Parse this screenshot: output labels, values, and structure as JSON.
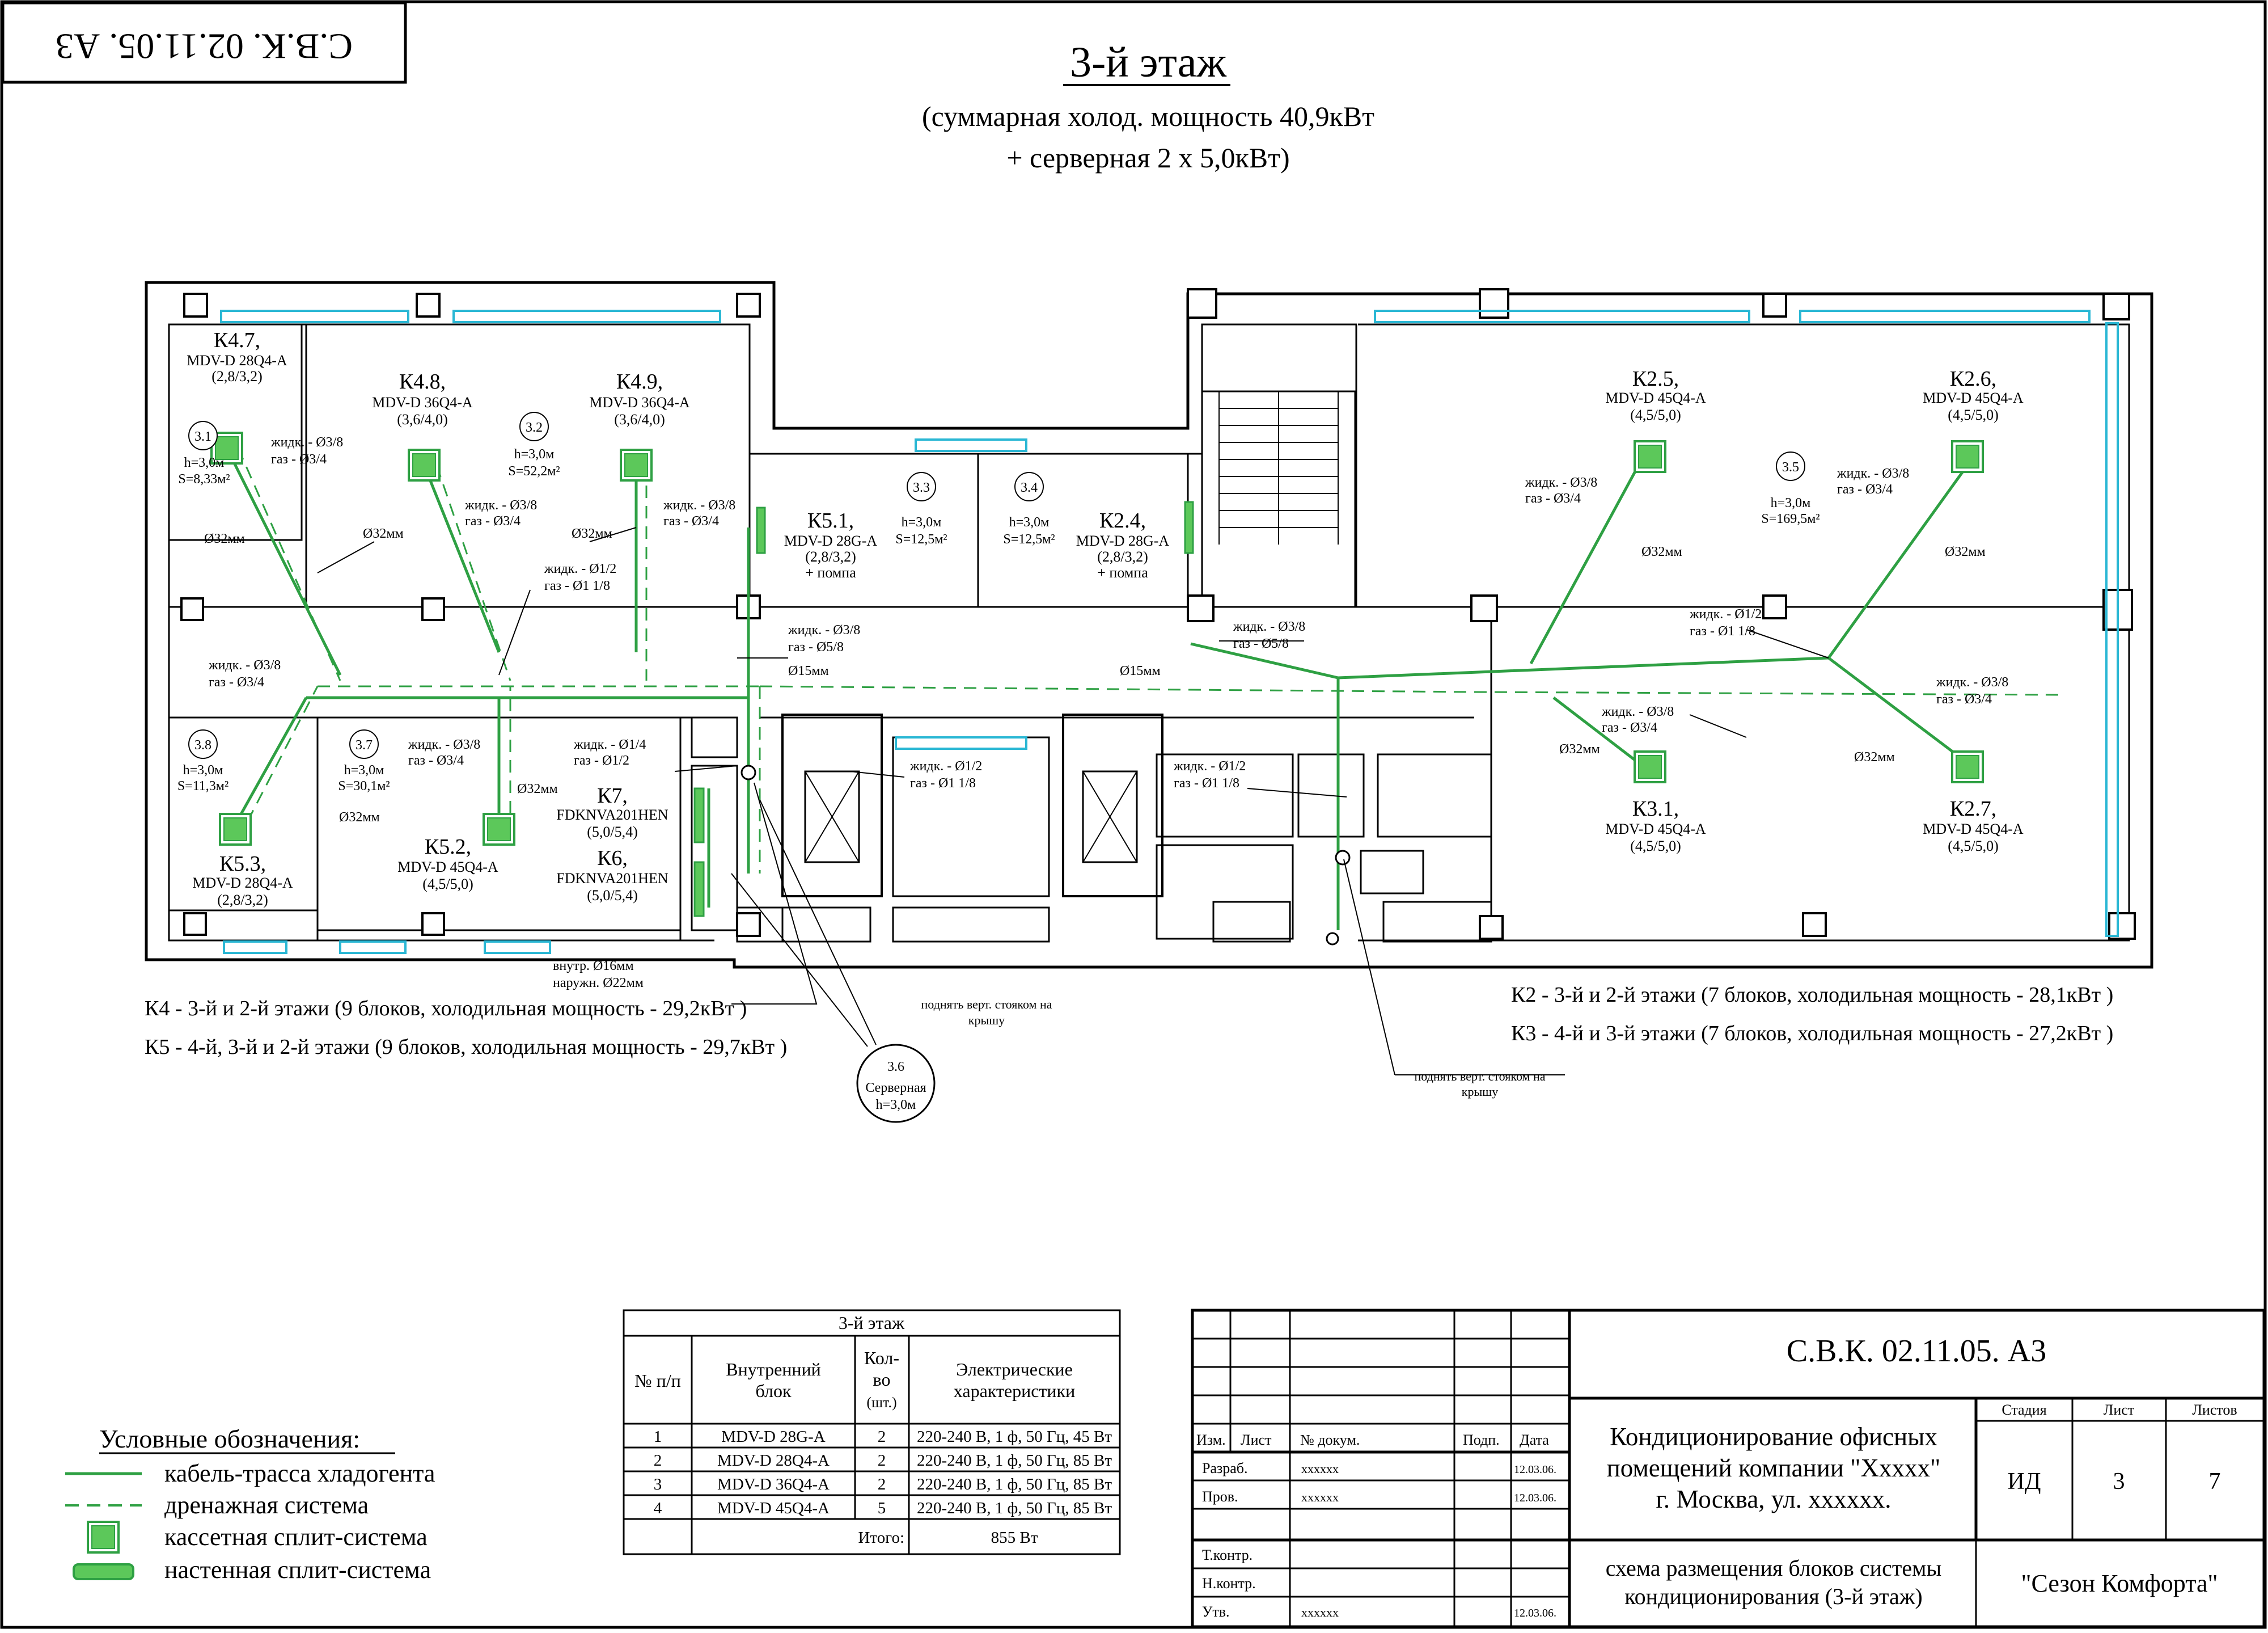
{
  "header": {
    "stamp": "С.В.К. 02.11.05. А3",
    "title": "3-й этаж",
    "subtitle1": "(суммарная холод. мощность  40,9кВт",
    "subtitle2": "+ серверная 2 х 5,0кВт)"
  },
  "units": [
    {
      "id": "К4.7,",
      "model": "MDV-D 28Q4-A",
      "cap": "(2,8/3,2)"
    },
    {
      "id": "К4.8,",
      "model": "MDV-D 36Q4-A",
      "cap": "(3,6/4,0)"
    },
    {
      "id": "К4.9,",
      "model": "MDV-D 36Q4-A",
      "cap": "(3,6/4,0)"
    },
    {
      "id": "К5.1,",
      "model": "MDV-D 28G-A",
      "cap": "(2,8/3,2)",
      "extra": "+ помпа"
    },
    {
      "id": "К2.4,",
      "model": "MDV-D 28G-A",
      "cap": "(2,8/3,2)",
      "extra": "+ помпа"
    },
    {
      "id": "К2.5,",
      "model": "MDV-D 45Q4-A",
      "cap": "(4,5/5,0)"
    },
    {
      "id": "К2.6,",
      "model": "MDV-D 45Q4-A",
      "cap": "(4,5/5,0)"
    },
    {
      "id": "К5.3,",
      "model": "MDV-D 28Q4-A",
      "cap": "(2,8/3,2)"
    },
    {
      "id": "К5.2,",
      "model": "MDV-D 45Q4-A",
      "cap": "(4,5/5,0)"
    },
    {
      "id": "К7,",
      "model": "FDKNVA201HEN",
      "cap": "(5,0/5,4)"
    },
    {
      "id": "К6,",
      "model": "FDKNVA201HEN",
      "cap": "(5,0/5,4)"
    },
    {
      "id": "К3.1,",
      "model": "MDV-D 45Q4-A",
      "cap": "(4,5/5,0)"
    },
    {
      "id": "К2.7,",
      "model": "MDV-D 45Q4-A",
      "cap": "(4,5/5,0)"
    }
  ],
  "rooms": [
    {
      "num": "3.1",
      "h": "h=3,0м",
      "s": "S=8,33м²"
    },
    {
      "num": "3.2",
      "h": "h=3,0м",
      "s": "S=52,2м²"
    },
    {
      "num": "3.3",
      "h": "h=3,0м",
      "s": "S=12,5м²"
    },
    {
      "num": "3.4",
      "h": "h=3,0м",
      "s": "S=12,5м²"
    },
    {
      "num": "3.5",
      "h": "h=3,0м",
      "s": "S=169,5м²"
    },
    {
      "num": "3.8",
      "h": "h=3,0м",
      "s": "S=11,3м²"
    },
    {
      "num": "3.7",
      "h": "h=3,0м",
      "s": "S=30,1м²"
    },
    {
      "num": "3.6",
      "h": "Серверная",
      "s": "h=3,0м"
    }
  ],
  "pipe_labels": {
    "liq38": "жидк. - Ø3/8",
    "gas34": "газ - Ø3/4",
    "liq12": "жидк. - Ø1/2",
    "gas118": "газ - Ø1 1/8",
    "gas58": "газ - Ø5/8",
    "liq14": "жидк. - Ø1/4",
    "gas12": "газ - Ø1/2",
    "d32": "Ø32мм",
    "d15": "Ø15мм",
    "inner": "внутр. Ø16мм",
    "outer": "наружн. Ø22мм",
    "riser": "поднять верт. стояком на",
    "roof": "крышу"
  },
  "systems": [
    "К4 - 3-й и 2-й этажи (9 блоков, холодильная мощность - 29,2кВт )",
    "К5 - 4-й, 3-й  и 2-й этажи (9 блоков, холодильная мощность - 29,7кВт )",
    "К2 - 3-й и 2-й этажи (7 блоков, холодильная мощность - 28,1кВт )",
    "К3 - 4-й и 3-й этажи (7 блоков, холодильная мощность - 27,2кВт )"
  ],
  "table": {
    "title": "3-й этаж",
    "headers": [
      "№ п/п",
      "Внутренний блок",
      "Кол-во (шт.)",
      "Электрические характеристики"
    ],
    "header_lines": {
      "c0": [
        "№ п/п"
      ],
      "c1": [
        "Внутренний",
        "блок"
      ],
      "c2": [
        "Кол-",
        "во",
        "(шт.)"
      ],
      "c3": [
        "Электрические",
        "характеристики"
      ]
    },
    "rows": [
      [
        "1",
        "MDV-D 28G-A",
        "2",
        "220-240 В, 1 ф, 50 Гц, 45 Вт"
      ],
      [
        "2",
        "MDV-D 28Q4-A",
        "2",
        "220-240 В, 1 ф, 50 Гц, 85 Вт"
      ],
      [
        "3",
        "MDV-D 36Q4-A",
        "2",
        "220-240 В, 1 ф, 50 Гц, 85 Вт"
      ],
      [
        "4",
        "MDV-D 45Q4-A",
        "5",
        "220-240 В, 1 ф, 50 Гц, 85 Вт"
      ]
    ],
    "total_label": "Итого:",
    "total_value": "855 Вт"
  },
  "legend": {
    "title": "Условные обозначения:",
    "items": [
      "кабель-трасса хладогента",
      "дренажная система",
      "кассетная сплит-система",
      "настенная сплит-система"
    ]
  },
  "title_block": {
    "code": "С.В.К. 02.11.05. А3",
    "project_lines": [
      "Кондиционирование офисных",
      "помещений компании \"Ххххх\"",
      "г. Москва, ул. хххххх."
    ],
    "sheet_lines": [
      "схема размещения блоков системы",
      "кондиционирования (3-й этаж)"
    ],
    "company": "\"Сезон Комфорта\"",
    "stage_label": "Стадия",
    "sheet_label": "Лист",
    "sheets_label": "Листов",
    "stage": "ИД",
    "sheet": "3",
    "sheets": "7",
    "col_headers": [
      "Изм.",
      "Лист",
      "№ докум.",
      "Подп.",
      "Дата"
    ],
    "roles": [
      "Разраб.",
      "Пров.",
      "Т.контр.",
      "Н.контр.",
      "Утв."
    ],
    "doc_xx": "хххххх",
    "date": "12.03.06."
  },
  "colors": {
    "green": "#2ea043",
    "cyan": "#2ab7d4",
    "fill": "#5cc85a"
  }
}
